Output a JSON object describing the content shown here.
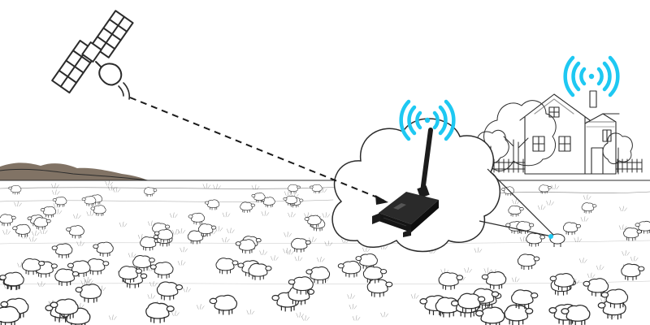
{
  "scene": {
    "kind": "satellite-to-gateway-iot-illustration",
    "elements": [
      "satellite-icon",
      "dashed-uplink-line",
      "cloud-callout",
      "gateway-device",
      "wifi-signal-icon",
      "farmhouse",
      "sheep-flock",
      "field"
    ]
  },
  "device": {
    "label": "",
    "antenna": true
  },
  "colors": {
    "signal": "#1ec8f2",
    "ink": "#2b2b2b",
    "device": "#1c1c1c",
    "background": "#ffffff",
    "hills": "#6b5a4a"
  }
}
